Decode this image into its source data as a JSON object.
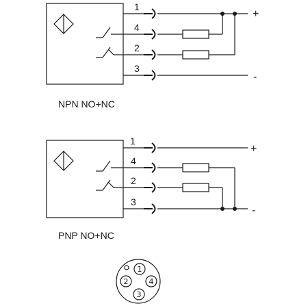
{
  "diagrams": [
    {
      "caption": "NPN NO+NC",
      "pins": [
        "1",
        "4",
        "2",
        "3"
      ],
      "plus": "+",
      "minus": "-"
    },
    {
      "caption": "PNP NO+NC",
      "pins": [
        "1",
        "4",
        "2",
        "3"
      ],
      "plus": "+",
      "minus": "-"
    }
  ],
  "connector": {
    "pins": [
      "1",
      "2",
      "4",
      "3"
    ]
  },
  "colors": {
    "line": "#1a1a1a",
    "background": "#ffffff"
  }
}
